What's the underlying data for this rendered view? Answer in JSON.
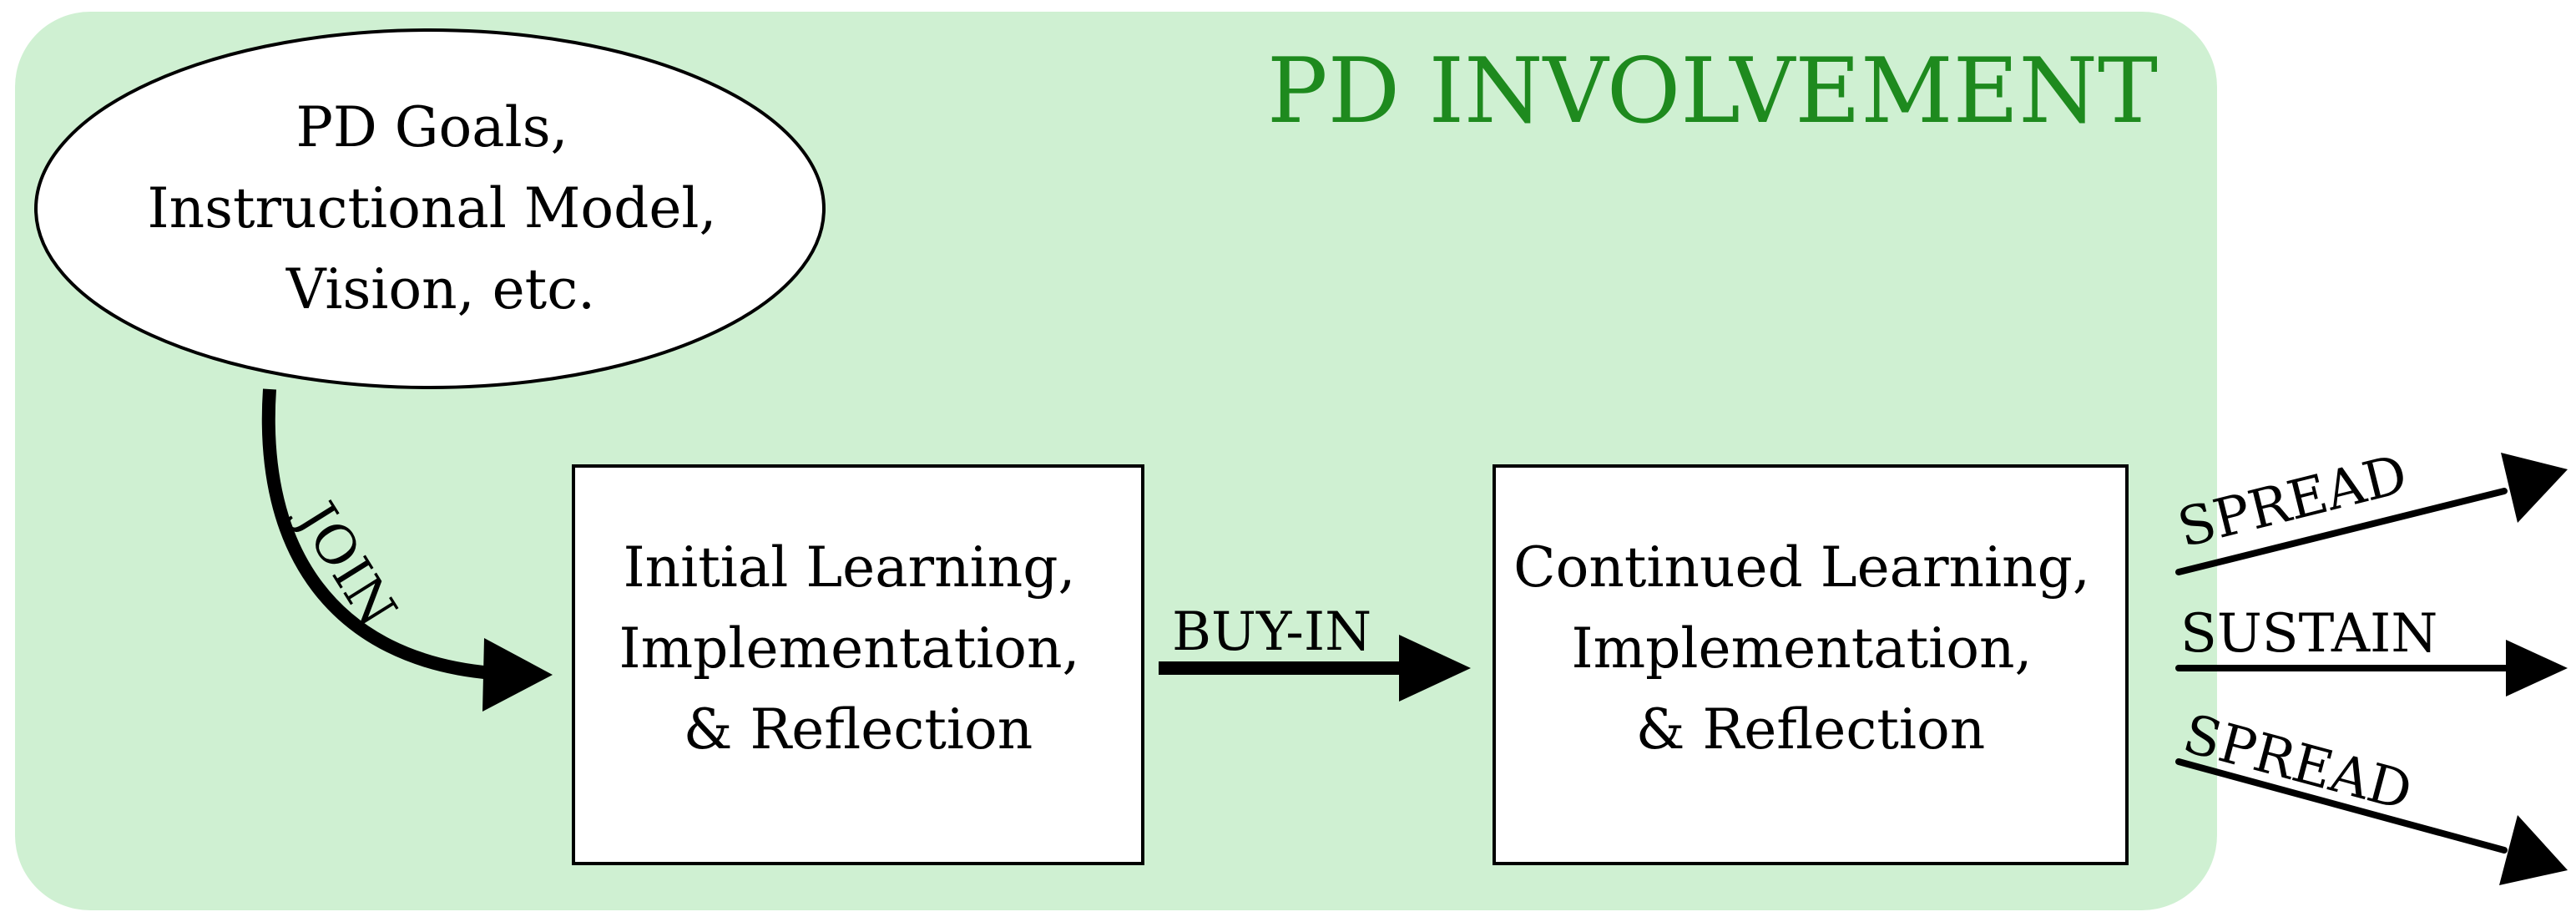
{
  "colors": {
    "region_fill": "#cff0d2",
    "region_title": "#1e8a1e",
    "node_fill": "#ffffff",
    "stroke": "#000000"
  },
  "region": {
    "title": "PD INVOLVEMENT"
  },
  "nodes": {
    "goals": {
      "lines": [
        "PD Goals,",
        "Instructional Model,",
        "Vision, etc."
      ]
    },
    "initial": {
      "lines": [
        "Initial Learning,",
        "Implementation,",
        "& Reflection"
      ]
    },
    "continued": {
      "lines": [
        "Continued Learning,",
        "Implementation,",
        "& Reflection"
      ]
    }
  },
  "edges": {
    "join": {
      "label": "JOIN"
    },
    "buy_in": {
      "label": "BUY-IN"
    },
    "spread_top": {
      "label": "SPREAD"
    },
    "sustain": {
      "label": "SUSTAIN"
    },
    "spread_bottom": {
      "label": "SPREAD"
    }
  }
}
